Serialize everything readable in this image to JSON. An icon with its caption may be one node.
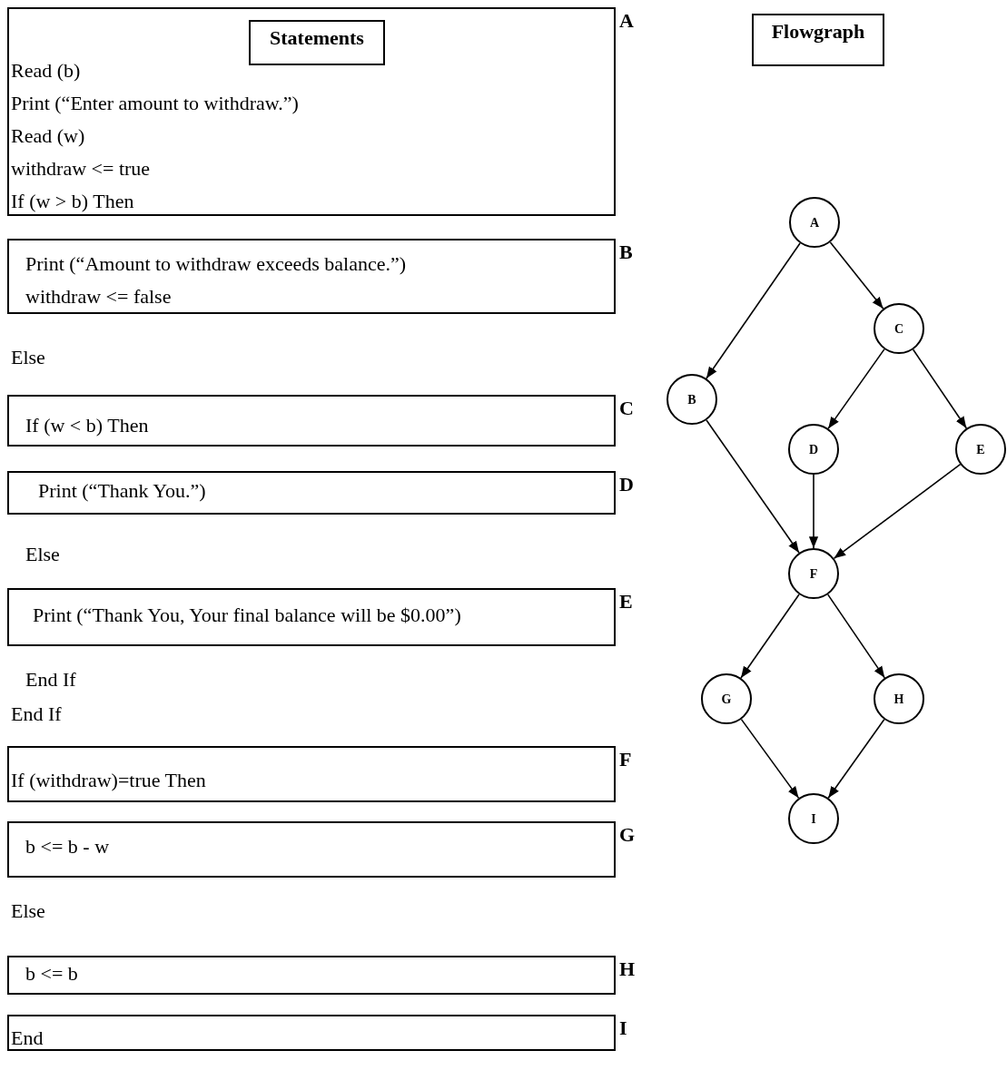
{
  "diagram": {
    "nodes": [
      {
        "text": [
          "Read (b)",
          "Print (“Enter amount to withdraw.”)",
          "Read (w)",
          "withdraw <= true",
          "If (w > b) Then"
        ],
        "beside": [
          "A"
        ]
      },
      {
        "text": [
          "Statements"
        ],
        "in": 0
      },
      {
        "text": [
          "Print (“Amount to withdraw exceeds balance.”)",
          "withdraw <= false"
        ],
        "beside": [
          "B"
        ]
      },
      {
        "text": [
          "If (w < b) Then"
        ],
        "beside": [
          "C"
        ]
      },
      {
        "text": [
          "Print (“Thank You.”)"
        ],
        "beside": [
          "D"
        ]
      },
      {
        "text": [
          "Print (“Thank You, Your final balance will be $0.00”)"
        ],
        "beside": [
          "E"
        ]
      },
      {
        "text": [
          "If (withdraw)=true Then"
        ],
        "beside": [
          "F"
        ]
      },
      {
        "text": [
          "b <= b - w"
        ],
        "beside": [
          "G"
        ]
      },
      {
        "text": [
          "b <= b"
        ],
        "beside": [
          "H"
        ]
      },
      {
        "text": [
          "End"
        ],
        "beside": [
          "I"
        ]
      },
      {
        "text": [
          "Flowgraph"
        ]
      },
      {
        "text": [
          "A"
        ]
      },
      {
        "text": [
          "C"
        ]
      },
      {
        "text": [
          "B"
        ]
      },
      {
        "text": [
          "D"
        ]
      },
      {
        "text": [
          "E"
        ]
      },
      {
        "text": [
          "F"
        ]
      },
      {
        "text": [
          "G"
        ]
      },
      {
        "text": [
          "H"
        ]
      },
      {
        "text": [
          "I"
        ]
      }
    ],
    "edges": [
      {
        "from": 11,
        "to": 13,
        "arrow": "to"
      },
      {
        "from": 11,
        "to": 12,
        "arrow": "to"
      },
      {
        "from": 12,
        "to": 14,
        "arrow": "to"
      },
      {
        "from": 12,
        "to": 15,
        "arrow": "to"
      },
      {
        "from": 13,
        "to": 16,
        "arrow": "to"
      },
      {
        "from": 14,
        "to": 16,
        "arrow": "to"
      },
      {
        "from": 15,
        "to": 16,
        "arrow": "to"
      },
      {
        "from": 16,
        "to": 17,
        "arrow": "to"
      },
      {
        "from": 16,
        "to": 18,
        "arrow": "to"
      },
      {
        "from": 17,
        "to": 19,
        "arrow": "to"
      },
      {
        "from": 18,
        "to": 19,
        "arrow": "to"
      }
    ],
    "labels": [
      "Else",
      "Else",
      "End If",
      "End If",
      "Else"
    ]
  }
}
